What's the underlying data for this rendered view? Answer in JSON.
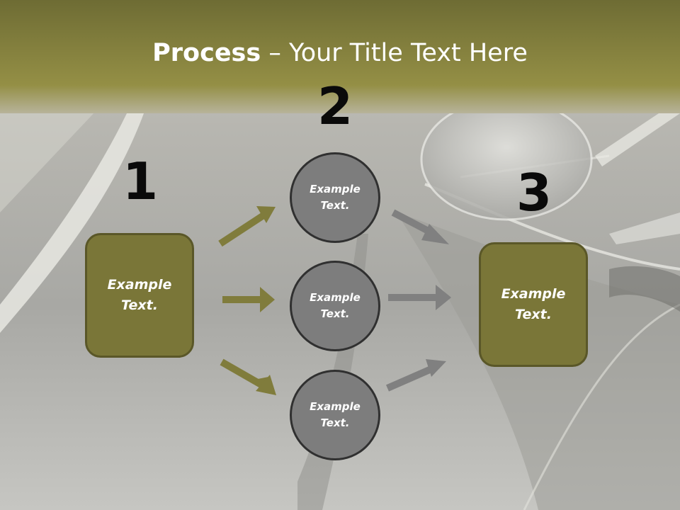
{
  "title": {
    "bold": "Process",
    "rest": " – Your Title Text Here"
  },
  "steps": {
    "one": "1",
    "two": "2",
    "three": "3"
  },
  "boxes": {
    "left": "Example Text.",
    "right": "Example Text."
  },
  "circles": [
    "Example Text.",
    "Example Text.",
    "Example Text."
  ],
  "colors": {
    "olive": "#7a7638",
    "gray": "#7d7d7d",
    "arrow_olive": "#807c3c",
    "arrow_gray": "#808080"
  }
}
